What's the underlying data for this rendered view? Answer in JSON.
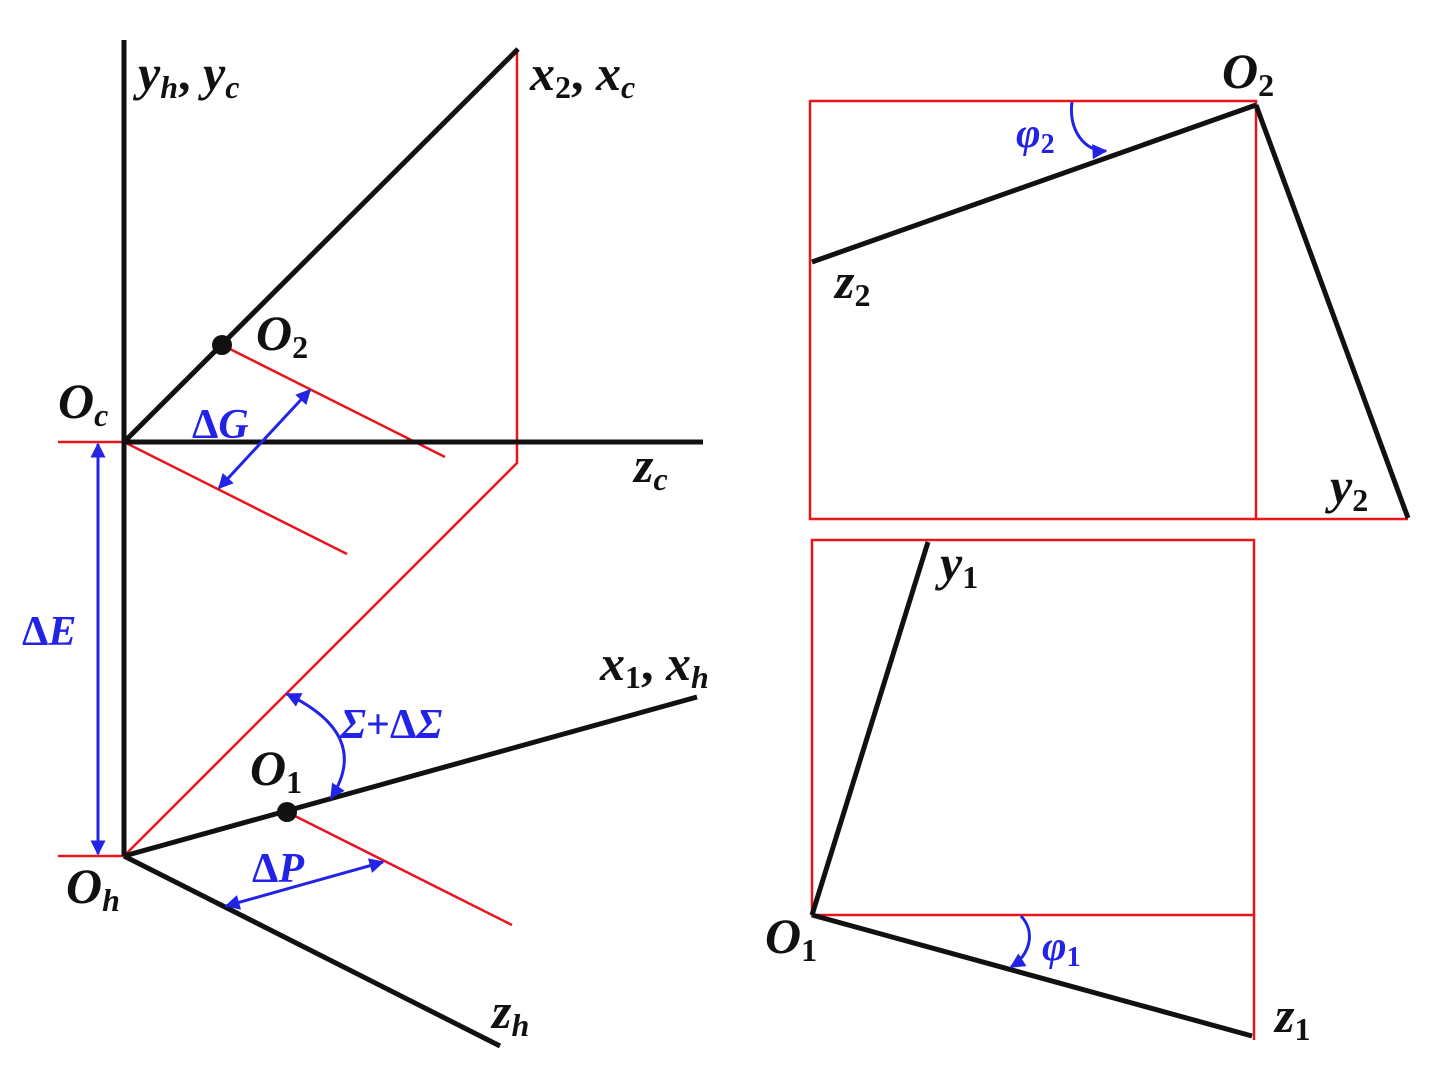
{
  "colors": {
    "axis": "#111111",
    "construction": "#e8151b",
    "dimension": "#2323e6"
  },
  "left_panel": {
    "axes": {
      "yh_yc": {
        "main": "y",
        "sub1": "h",
        "sep": ", ",
        "main2": "y",
        "sub2": "c"
      },
      "x2_xc": {
        "main": "x",
        "sub1": "2",
        "sep": ", ",
        "main2": "x",
        "sub2": "c"
      },
      "zc": {
        "main": "z",
        "sub": "c"
      },
      "x1_xh": {
        "main": "x",
        "sub1": "1",
        "sep": ", ",
        "main2": "x",
        "sub2": "h"
      },
      "zh": {
        "main": "z",
        "sub": "h"
      }
    },
    "points": {
      "Oc": {
        "main": "O",
        "sub": "c"
      },
      "Oh": {
        "main": "O",
        "sub": "h"
      },
      "O2": {
        "main": "O",
        "sub": "2"
      },
      "O1": {
        "main": "O",
        "sub": "1"
      }
    },
    "dimensions": {
      "dG": {
        "delta": "Δ",
        "sym": "G"
      },
      "dE": {
        "delta": "Δ",
        "sym": "E"
      },
      "dP": {
        "delta": "Δ",
        "sym": "P"
      },
      "angle": {
        "sym1": "Σ",
        "plus": "+",
        "delta": "Δ",
        "sym2": "Σ"
      }
    }
  },
  "right_top_panel": {
    "O2": {
      "main": "O",
      "sub": "2"
    },
    "z2": {
      "main": "z",
      "sub": "2"
    },
    "y2": {
      "main": "y",
      "sub": "2"
    },
    "phi2": {
      "main": "φ",
      "sub": "2"
    }
  },
  "right_bottom_panel": {
    "O1": {
      "main": "O",
      "sub": "1"
    },
    "y1": {
      "main": "y",
      "sub": "1"
    },
    "z1": {
      "main": "z",
      "sub": "1"
    },
    "phi1": {
      "main": "φ",
      "sub": "1"
    }
  }
}
